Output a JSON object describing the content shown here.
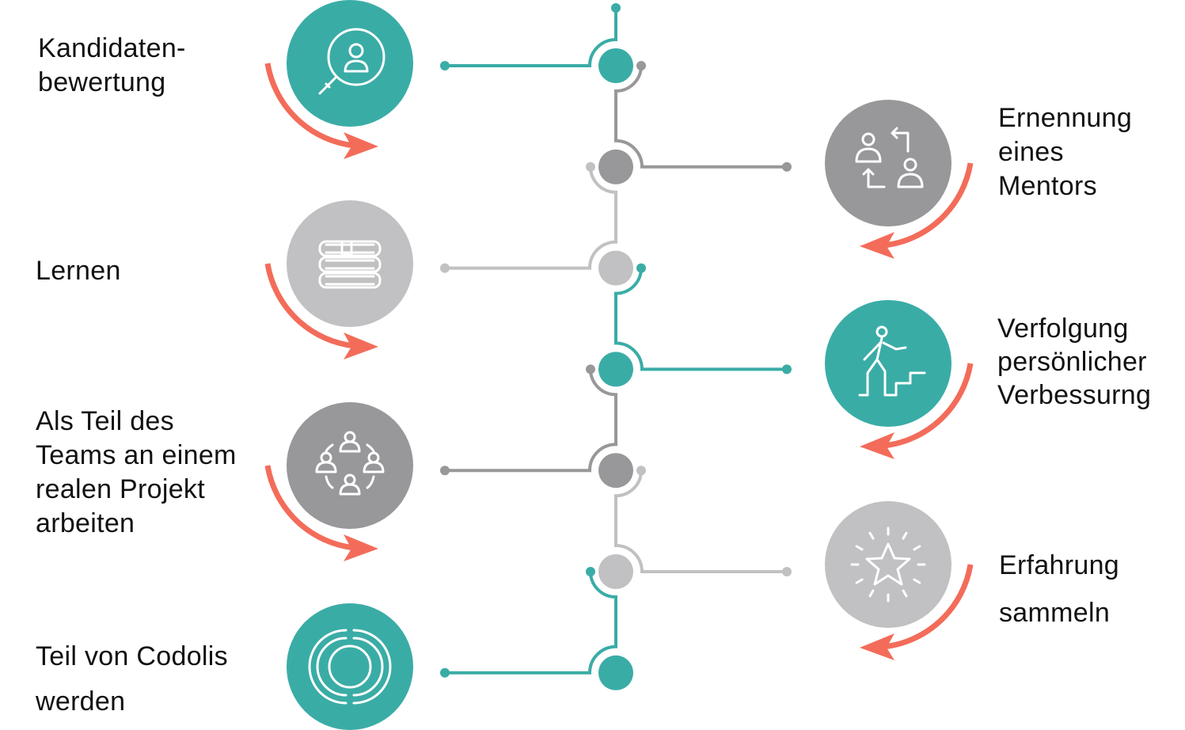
{
  "colors": {
    "teal": "#3aaca6",
    "dark": "#98979a",
    "light": "#c1c0c2",
    "arrow": "#f36c5a"
  },
  "steps": [
    {
      "label": "Kandidaten-\nbewertung",
      "side": "left",
      "color": "teal",
      "icon": "search-person-icon"
    },
    {
      "label": "Ernennung\neines\nMentors",
      "side": "right",
      "color": "dark",
      "icon": "exchange-people-icon"
    },
    {
      "label": "Lernen",
      "side": "left",
      "color": "light",
      "icon": "books-icon"
    },
    {
      "label": "Verfolgung\npersönlicher\nVerbessurng",
      "side": "right",
      "color": "teal",
      "icon": "climbing-stairs-icon"
    },
    {
      "label": "Als Teil des\nTeams an einem\nrealen Projekt\narbeiten",
      "side": "left",
      "color": "dark",
      "icon": "team-network-icon"
    },
    {
      "label": "Erfahrung\nsammeln",
      "side": "right",
      "color": "light",
      "icon": "star-icon"
    },
    {
      "label": "Teil von Codolis\nwerden",
      "side": "left",
      "color": "teal",
      "icon": "codolis-logo-icon"
    }
  ]
}
